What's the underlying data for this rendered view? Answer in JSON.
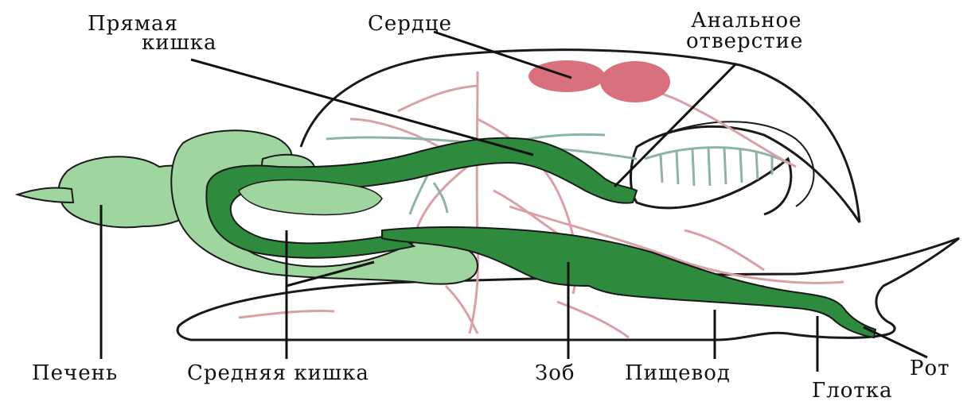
{
  "labels": {
    "rectum_line1": "Прямая",
    "rectum_line2": "кишка",
    "heart": "Сердце",
    "anus_line1": "Анальное",
    "anus_line2": "отверстие",
    "liver": "Печень",
    "midgut": "Средняя кишка",
    "crop": "Зоб",
    "esophagus": "Пищевод",
    "mouth": "Рот",
    "pharynx": "Глотка"
  },
  "colors": {
    "outline": "#1a1a1a",
    "gut_dark": "#2e8b3e",
    "gut_light": "#9fd6a0",
    "heart": "#d9707e",
    "vessels": "#d9a0a6",
    "gill_vessels": "#8fb3a8"
  }
}
